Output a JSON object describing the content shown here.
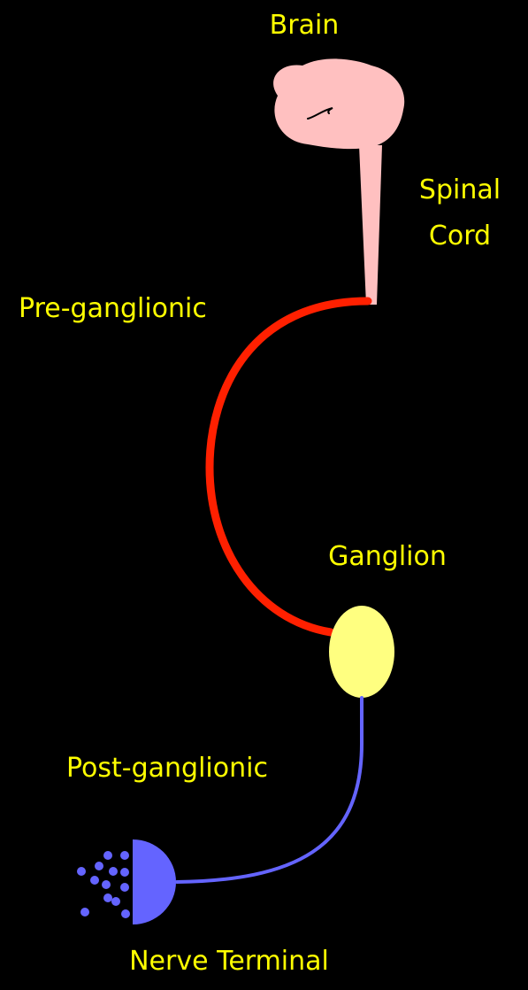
{
  "labels": {
    "brain": "Brain",
    "spinal_line1": "Spinal",
    "spinal_line2": "Cord",
    "pre_ganglionic": "Pre-ganglionic",
    "ganglion": "Ganglion",
    "post_ganglionic": "Post-ganglionic",
    "nerve_terminal": "Nerve Terminal"
  },
  "colors": {
    "background": "#000000",
    "label": "#ffff00",
    "brain": "#ffc0c0",
    "spinal_cord": "#ffc0c0",
    "pre_ganglionic_fiber": "#ff2000",
    "ganglion": "#ffff80",
    "post_ganglionic_fiber": "#6464ff",
    "nerve_terminal": "#6464ff",
    "neurotransmitter": "#6464ff"
  }
}
